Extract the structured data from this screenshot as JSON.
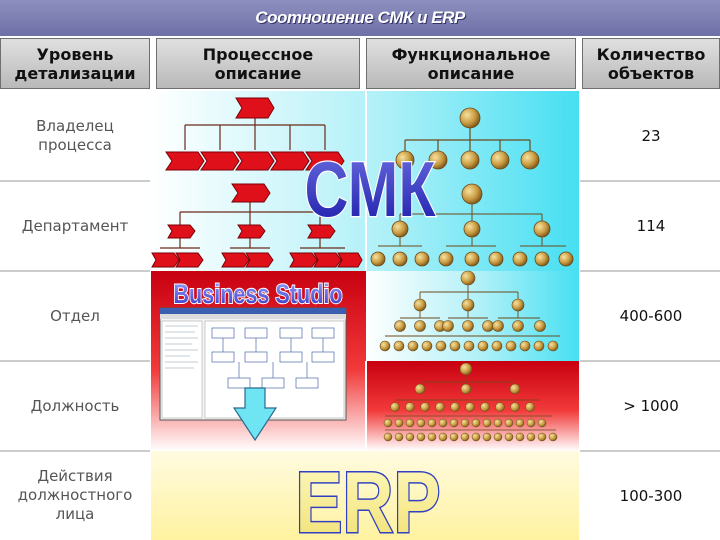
{
  "title": "Соотношение СМК и ERP",
  "headers": {
    "level": "Уровень\nдетализации",
    "process": "Процессное\nописание",
    "functional": "Функциональное\nописание",
    "count": "Количество\nобъектов"
  },
  "rows": [
    {
      "label": "Владелец\nпроцесса",
      "count": "23"
    },
    {
      "label": "Департамент",
      "count": "114"
    },
    {
      "label": "Отдел",
      "count": "400-600"
    },
    {
      "label": "Должность",
      "count": "> 1000"
    },
    {
      "label": "Действия\nдолжностного\nлица",
      "count": "100-300"
    }
  ],
  "overlays": {
    "smk": "СМК",
    "business_studio": "Business Studio",
    "erp": "ERP"
  },
  "colors": {
    "title_bar": "#7779ad",
    "cyan_band": "#5ee4f5",
    "red_band": "#e8121a",
    "yellow_band": "#fff6b5",
    "node_gold": "#c8a04a",
    "process_red": "#e0101a"
  }
}
